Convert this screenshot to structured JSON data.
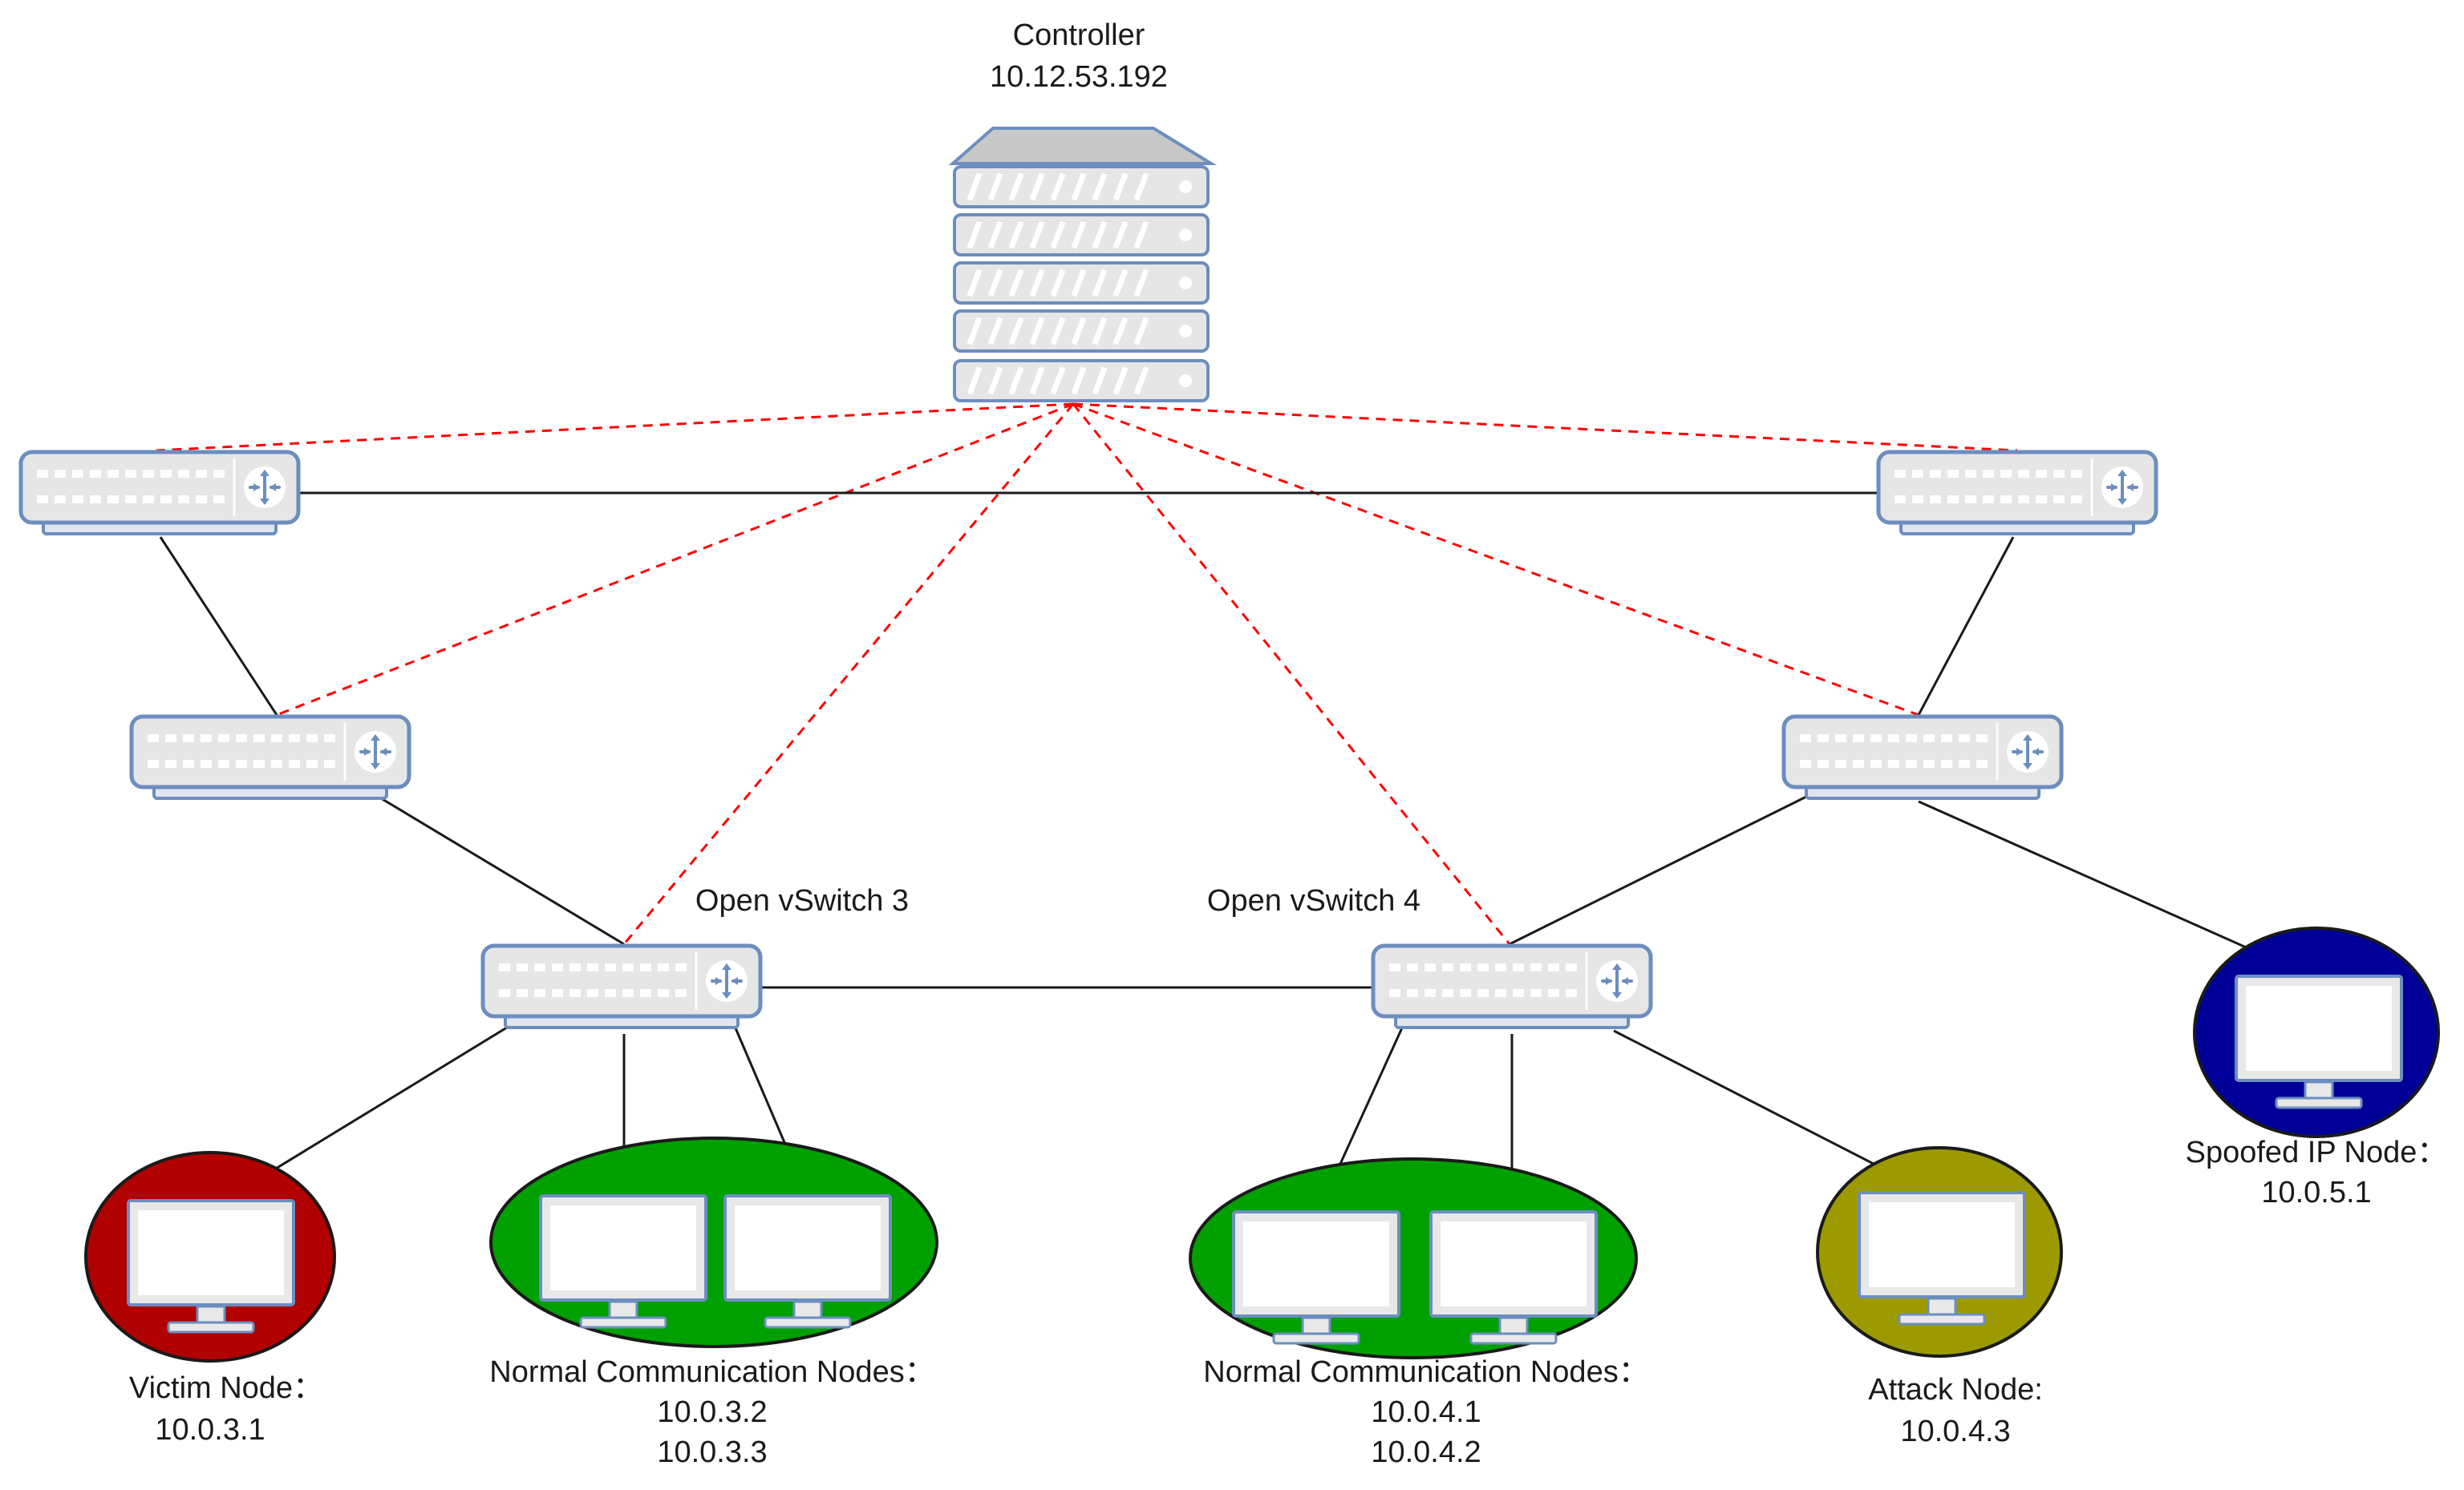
{
  "controller": {
    "title": "Controller",
    "ip": "10.12.53.192"
  },
  "switches": {
    "ovs3": {
      "label": "Open vSwitch 3"
    },
    "ovs4": {
      "label": "Open vSwitch 4"
    }
  },
  "hosts": {
    "victim": {
      "label": "Victim Node：",
      "ips": [
        "10.0.3.1"
      ],
      "color": "#b00000"
    },
    "normal3": {
      "label": "Normal Communication Nodes：",
      "ips": [
        "10.0.3.2",
        "10.0.3.3"
      ],
      "color": "#00a000"
    },
    "normal4": {
      "label": "Normal Communication Nodes：",
      "ips": [
        "10.0.4.1",
        "10.0.4.2"
      ],
      "color": "#00a000"
    },
    "attack": {
      "label": "Attack Node:",
      "ips": [
        "10.0.4.3"
      ],
      "color": "#9c9a00"
    },
    "spoofed": {
      "label": "Spoofed IP Node：",
      "ips": [
        "10.0.5.1"
      ],
      "color": "#000099"
    }
  },
  "colors": {
    "control_link": "#ff0000",
    "data_link": "#1a1a1a",
    "device_body": "#e6e6e6",
    "device_border": "#6c8ebf"
  },
  "icons": {
    "controller": "server-rack-icon",
    "switch": "switch-router-icon",
    "host": "monitor-icon"
  }
}
